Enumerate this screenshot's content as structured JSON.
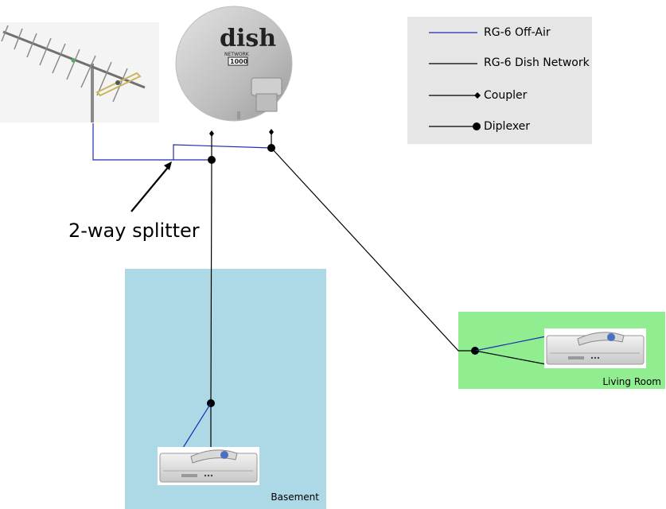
{
  "legend": {
    "offair": "RG-6 Off-Air",
    "dish": "RG-6 Dish Network",
    "coupler": "Coupler",
    "diplexer": "Diplexer"
  },
  "annotation": {
    "splitter": "2-way splitter"
  },
  "rooms": {
    "basement": "Basement",
    "living_room": "Living Room"
  },
  "dish": {
    "brand": "dish",
    "network": "NETWORK",
    "model": "1000"
  },
  "colors": {
    "offair_wire": "#1a2eb0",
    "dish_wire": "#000000",
    "basement_bg": "#add8e6",
    "living_room_bg": "#90ee90",
    "legend_bg": "#e6e6e6"
  }
}
